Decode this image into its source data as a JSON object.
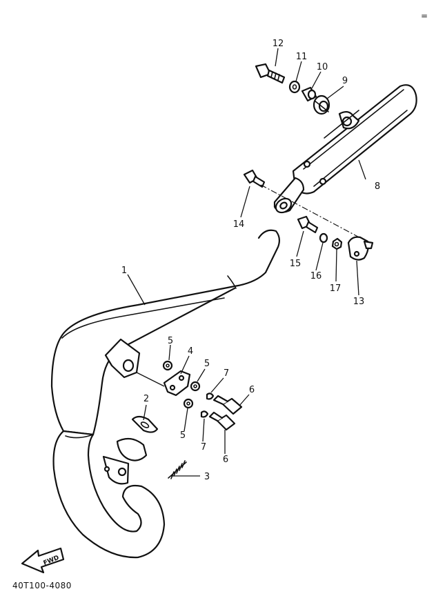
{
  "corner_mark": "=",
  "drawing_code": "40T100-4080",
  "fwd_label": "FWD",
  "callouts": [
    "1",
    "2",
    "3",
    "4",
    "5",
    "5",
    "5",
    "6",
    "6",
    "7",
    "7",
    "8",
    "9",
    "10",
    "11",
    "12",
    "13",
    "14",
    "15",
    "16",
    "17"
  ]
}
